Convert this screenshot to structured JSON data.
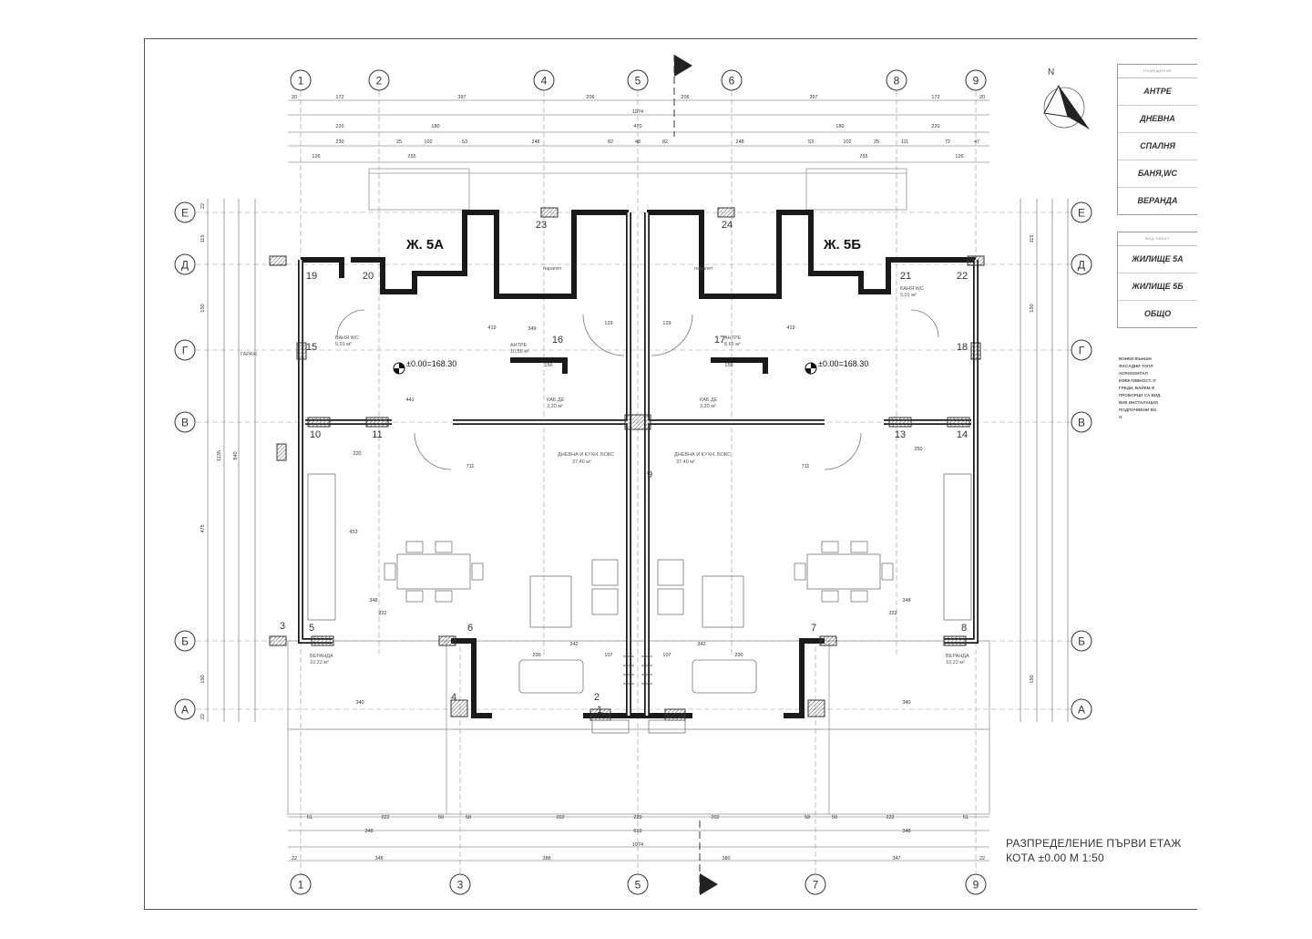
{
  "plan": {
    "title_line1": "РАЗПРЕДЕЛЕНИЕ ПЪРВИ ЕТАЖ",
    "title_line2": "КОТА ±0.00 М 1:50",
    "unit_a_label": "Ж. 5А",
    "unit_b_label": "Ж. 5Б",
    "elevation_a": "±0.00=168.30",
    "elevation_b": "±0.00=168.30",
    "garage_label": "ГАРАЖ",
    "parapet_label": "парапет",
    "axis_top": [
      "1",
      "2",
      "4",
      "5",
      "6",
      "8",
      "9"
    ],
    "axis_bottom": [
      "1",
      "3",
      "5",
      "7",
      "9"
    ],
    "axis_left": [
      "Е",
      "Д",
      "Г",
      "В",
      "Б",
      "А"
    ],
    "top_dims_row1": [
      "20",
      "172",
      "397",
      "206",
      "206",
      "397",
      "172",
      "20"
    ],
    "top_dims_row2": [
      "1074"
    ],
    "top_dims_row3": [
      "220",
      "180",
      "470",
      "180",
      "220"
    ],
    "top_dims_row4": [
      "230",
      "25",
      "102",
      "53",
      "248",
      "82",
      "48",
      "82",
      "248",
      "53",
      "102",
      "25",
      "111",
      "72",
      "47"
    ],
    "top_dims_row5": [
      "126",
      "255",
      "255",
      "126"
    ],
    "bottom_dims_row1": [
      "51",
      "222",
      "50",
      "58",
      "202",
      "229",
      "202",
      "58",
      "50",
      "222",
      "51"
    ],
    "bottom_dims_row2": [
      "348",
      "619",
      "348"
    ],
    "bottom_dims_row3": [
      "1074"
    ],
    "bottom_dims_row4": [
      "22",
      "348",
      "388",
      "380",
      "347",
      "22"
    ],
    "left_dims_outer": [
      "22",
      "115",
      "115",
      "150",
      "150",
      "1135",
      "840",
      "475",
      "150",
      "150",
      "22"
    ],
    "rooms_a": [
      {
        "name": "БАНЯ WC",
        "area": "5,01 м²"
      },
      {
        "name": "АНТРЕ",
        "area": "10,58 м²"
      },
      {
        "name": "ДНЕВНА И КУХН. БОКС",
        "area": "37,40 м²"
      },
      {
        "name": "ВЕРАНДА",
        "area": "10,22 м²"
      },
      {
        "name": "КАБ.ДЕ",
        "area": "3,20 м²"
      }
    ],
    "rooms_b": [
      {
        "name": "БАНЯ WC",
        "area": "5,01 м²"
      },
      {
        "name": "АНТРЕ",
        "area": "8,66 м²"
      },
      {
        "name": "ДНЕВНА И КУХН. БОКС",
        "area": "37,40 м²"
      },
      {
        "name": "ВЕРАНДА",
        "area": "10,22 м²"
      },
      {
        "name": "КАБ.ДЕ",
        "area": "3,20 м²"
      }
    ],
    "column_ids": [
      "1",
      "2",
      "3",
      "4",
      "5",
      "6",
      "7",
      "8",
      "9",
      "10",
      "11",
      "13",
      "14",
      "15",
      "16",
      "17",
      "18",
      "19",
      "20",
      "21",
      "22",
      "23",
      "24"
    ],
    "interior_dims": [
      "441",
      "711",
      "711",
      "453",
      "348",
      "222",
      "342",
      "200",
      "107",
      "107",
      "200",
      "342",
      "222",
      "348",
      "349",
      "419",
      "419",
      "129",
      "129",
      "150",
      "150",
      "340",
      "340",
      "250",
      "220"
    ]
  },
  "legend_rooms": {
    "header": "ПОМЕЩЕНИЕ",
    "items": [
      "АНТРЕ",
      "ДНЕВНА",
      "СПАЛНЯ",
      "БАНЯ,WC",
      "ВЕРАНДА"
    ]
  },
  "legend_units": {
    "header": "ВИД ОБЕКТ",
    "items": [
      "ЖИЛИЩЕ 5А",
      "ЖИЛИЩЕ 5Б",
      "ОБЩО"
    ]
  },
  "notes": {
    "lines": [
      "ВОНКИ ВЪНШН",
      "ФАСАДНИ ТОПЛ",
      "ХОРИЗОНТАЛ",
      "ЕФЕКТИВНОСТ. Л",
      "ГРЕДИ, БАЙЕМ И",
      "ПРОБОРЦИ СА ВИД",
      "ВИК ИНСТАЛАЦИИ",
      "ПОДПОЧВЕНИ ВО",
      "О"
    ]
  },
  "colors": {
    "wall": "#1a1a1a",
    "line": "#555555",
    "grid_light": "#9a9a9a",
    "column_hatch": "#666666"
  }
}
